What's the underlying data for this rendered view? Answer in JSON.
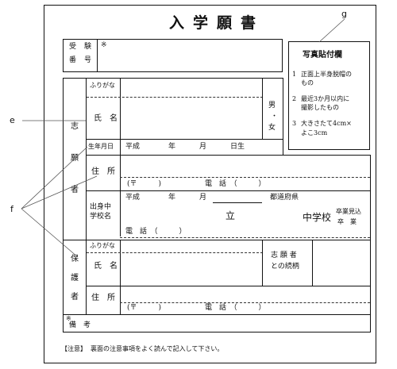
{
  "title": "入学願書",
  "exam": {
    "label": [
      "受",
      "験",
      "番",
      "号"
    ],
    "mark": "※"
  },
  "photo": {
    "title": "写真貼付欄",
    "items": [
      {
        "num": "1",
        "text": [
          "正面上半身脱帽の",
          "もの"
        ]
      },
      {
        "num": "2",
        "text": [
          "最近3か月以内に",
          "撮影したもの"
        ]
      },
      {
        "num": "3",
        "text": [
          "大きさたて4cm×",
          "よこ3cm"
        ]
      }
    ]
  },
  "callouts": {
    "g": "g",
    "e": "e",
    "f": "f"
  },
  "applicant": {
    "label": [
      "志",
      "願",
      "者"
    ],
    "furigana": "ふりがな",
    "name": "氏　名",
    "gender": [
      "男",
      "・",
      "女"
    ],
    "birth_label": "生年月日",
    "birth_value": [
      "平成",
      "年",
      "月",
      "日生"
    ],
    "address": "住　所",
    "postal": "(〒　　　)",
    "phone": "電　話　（　　　）",
    "school_label": [
      "出身中",
      "学校名"
    ],
    "school_date": [
      "平成",
      "年",
      "月"
    ],
    "prefecture": "都道府県",
    "ritsu": "立",
    "jhs": "中学校",
    "grad_expected": "卒業見込",
    "graduated": "卒　業",
    "school_phone": "電　話　（　　　）"
  },
  "guardian": {
    "label": [
      "保",
      "護",
      "者"
    ],
    "furigana": "ふりがな",
    "name": "氏　名",
    "relation": [
      "志 願 者",
      "との続柄"
    ],
    "address": "住　所",
    "postal": "(〒　　　)",
    "phone": "電　話　（　　　）"
  },
  "remarks": {
    "mark": "※",
    "label": "備　考"
  },
  "note": {
    "label": "【注意】",
    "text": "裏面の注意事項をよく読んで記入して下さい。"
  }
}
